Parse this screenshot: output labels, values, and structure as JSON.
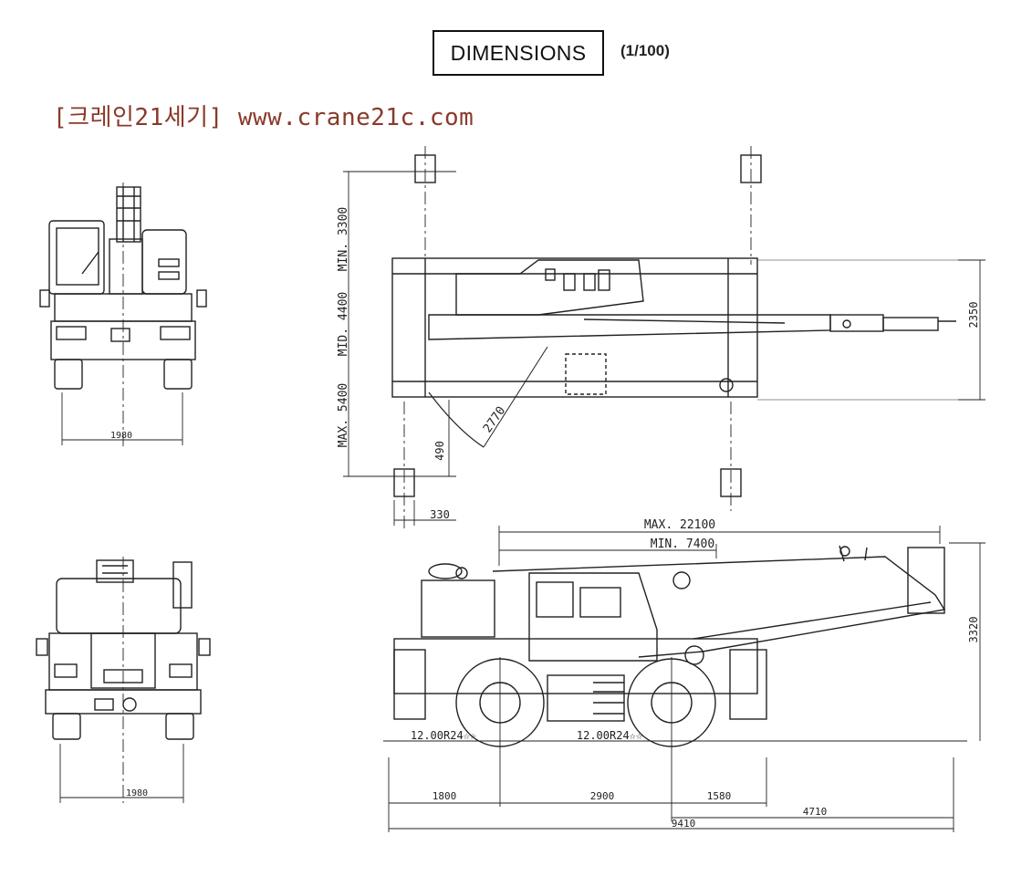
{
  "header": {
    "title": "DIMENSIONS",
    "scale": "(1/100)",
    "watermark": "[크레인21세기] www.crane21c.com"
  },
  "front_view": {
    "width_label": "1980"
  },
  "rear_view": {
    "width_label": "1980"
  },
  "top_view": {
    "outrigger_max": "MAX. 5400",
    "outrigger_mid": "MID. 4400",
    "outrigger_min": "MIN. 3300",
    "overall_width": "2350",
    "swing_radius": "2770",
    "pad_offset": "490",
    "pad_size": "330"
  },
  "side_view": {
    "boom_max": "MAX. 22100",
    "boom_min": "MIN. 7400",
    "height": "3320",
    "tire_front": "12.00R24☆☆",
    "tire_rear": "12.00R24☆☆",
    "front_overhang": "1800",
    "wheelbase": "2900",
    "rear_overhang": "1580",
    "rear_length": "4710",
    "overall_length": "9410"
  }
}
